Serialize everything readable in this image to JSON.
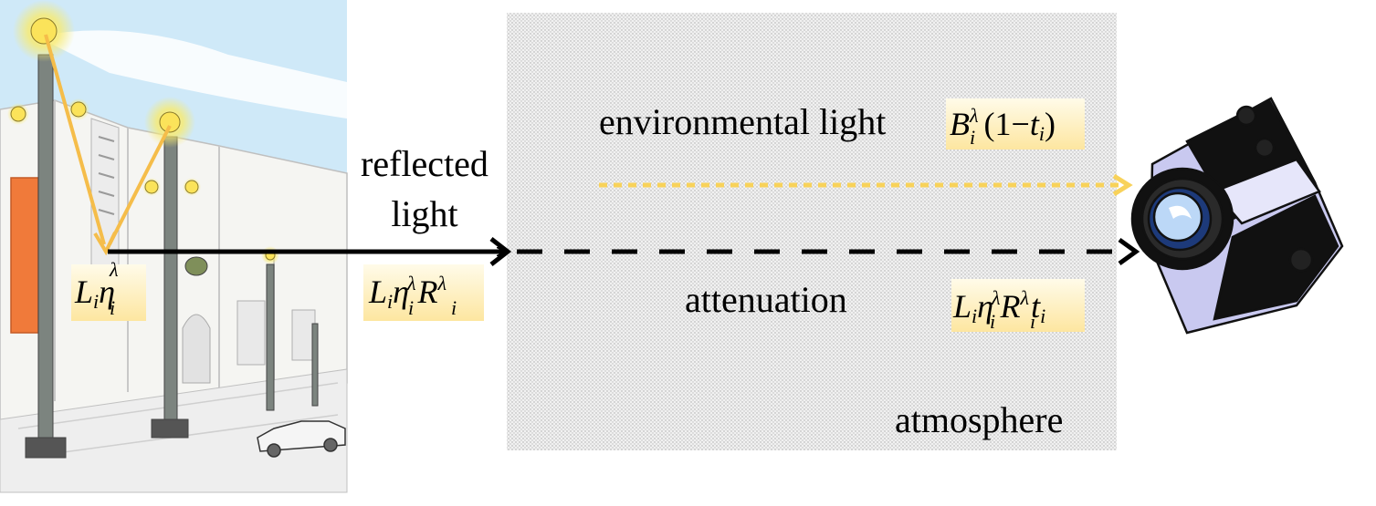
{
  "labels": {
    "reflected_line1": "reflected",
    "reflected_line2": "light",
    "environmental": "environmental light",
    "attenuation": "attenuation",
    "atmosphere": "atmosphere"
  },
  "formulas": {
    "source": {
      "L": "L",
      "Lsub": "i",
      "eta": "η",
      "etasub": "i",
      "etasup": "λ"
    },
    "reflected": {
      "L": "L",
      "Lsub": "i",
      "eta": "η",
      "etasub": "i",
      "etasup": "λ",
      "R": "R",
      "Rsub": "i",
      "Rsup": "λ"
    },
    "environmental": {
      "B": "B",
      "Bsub": "i",
      "Bsup": "λ",
      "open": "(1−",
      "t": "t",
      "tsub": "i",
      "close": ")"
    },
    "attenuated": {
      "L": "L",
      "Lsub": "i",
      "eta": "η",
      "etasub": "i",
      "etasup": "λ",
      "R": "R",
      "Rsub": "i",
      "Rsup": "λ",
      "t": "t",
      "tsub": "i"
    }
  },
  "colors": {
    "formula_box": "#fde9a6",
    "light_ray": "#f5bd4a",
    "env_arrow": "#f8d25a",
    "atmosphere": "#e9e9e9",
    "sky": "#cfe9f8",
    "sign": "#f07a3a"
  },
  "icons": {
    "scene": "street-lamps-scene",
    "camera": "camera-icon"
  }
}
